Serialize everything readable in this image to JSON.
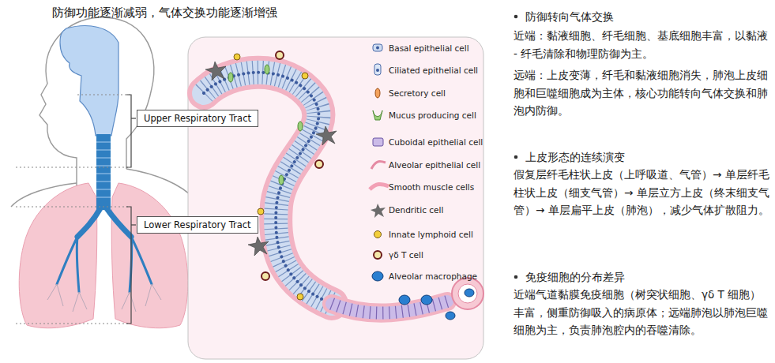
{
  "diagram": {
    "title": "防御功能逐渐减弱，气体交换功能逐渐增强",
    "nodes": [
      {
        "text": [
          "Upper Respiratory Tract"
        ]
      },
      {
        "text": [
          "Lower Respiratory Tract"
        ]
      }
    ],
    "labels": [
      "防御转向气体交换",
      "近端：黏液细胞、纤毛细胞、基底细胞丰富，以黏液 - 纤毛清除和物理防御为主。",
      "远端：上皮变薄，纤毛和黏液细胞消失，肺泡上皮细胞和巨噬细胞成为主体，核心功能转向气体交换和肺泡内防御。",
      "上皮形态的连续演变",
      "假复层纤毛柱状上皮（上呼吸道、气管）→ 单层纤毛柱状上皮（细支气管）→ 单层立方上皮（终末细支气管）→ 单层扁平上皮（肺泡），减少气体扩散阻力。",
      "免疫细胞的分布差异",
      "近端气道黏膜免疫细胞（树突状细胞、γδ T 细胞）丰富，侧重防御吸入的病原体；远端肺泡以肺泡巨噬细胞为主，负责肺泡腔内的吞噬清除。"
    ],
    "legend": [
      {
        "text": "Basal epithelial cell"
      },
      {
        "text": "Ciliated epithelial cell"
      },
      {
        "text": "Secretory cell"
      },
      {
        "text": "Mucus producing cell"
      },
      {
        "text": "Cuboidal epithelial cell"
      },
      {
        "text": "Alveolar epithelial cell"
      },
      {
        "text": "Smooth muscle cells"
      },
      {
        "text": "Dendritic cell"
      },
      {
        "text": "Innate lymphoid cell"
      },
      {
        "text": "γδ T cell"
      },
      {
        "text": "Alveolar macrophage"
      }
    ]
  }
}
